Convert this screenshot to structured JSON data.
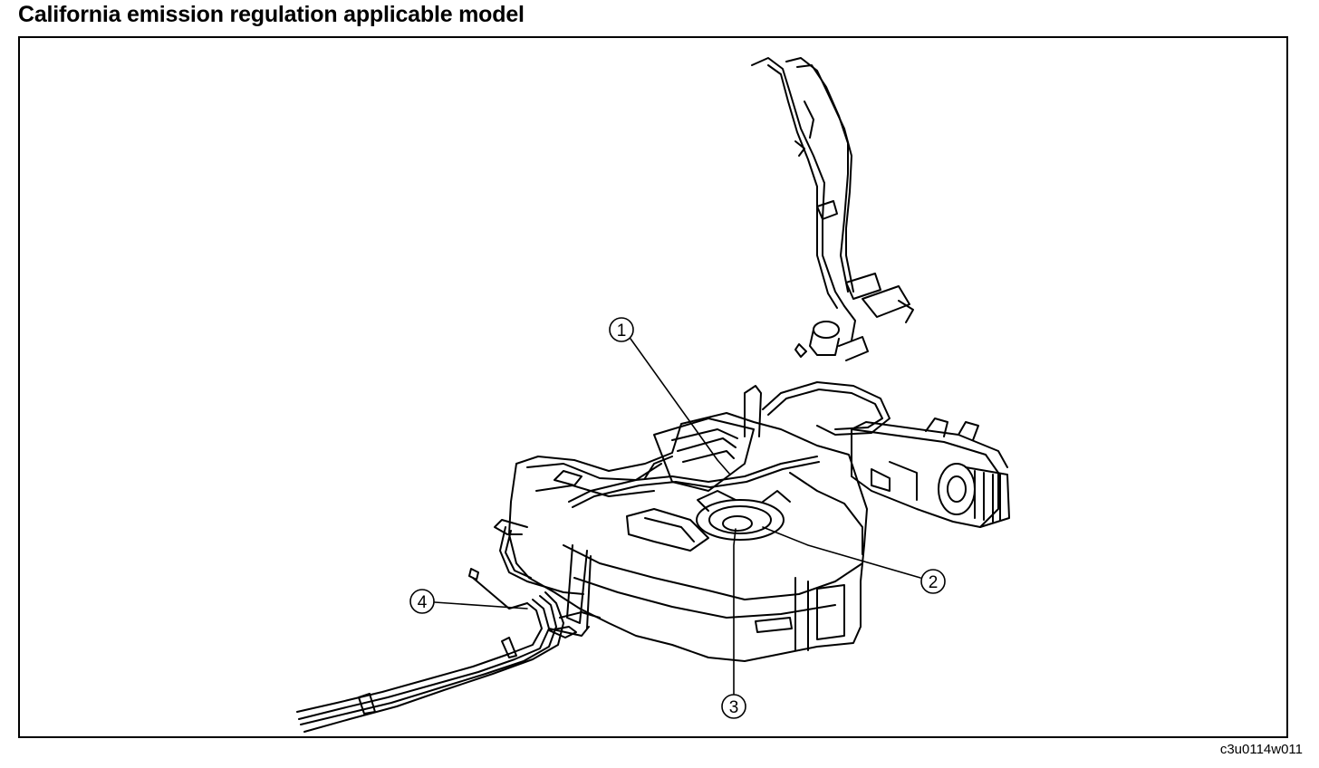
{
  "title": "California emission regulation applicable model",
  "figure_code": "c3u0114w011",
  "callouts": [
    {
      "id": "1",
      "label": "1"
    },
    {
      "id": "2",
      "label": "2"
    },
    {
      "id": "3",
      "label": "3"
    },
    {
      "id": "4",
      "label": "4"
    }
  ]
}
